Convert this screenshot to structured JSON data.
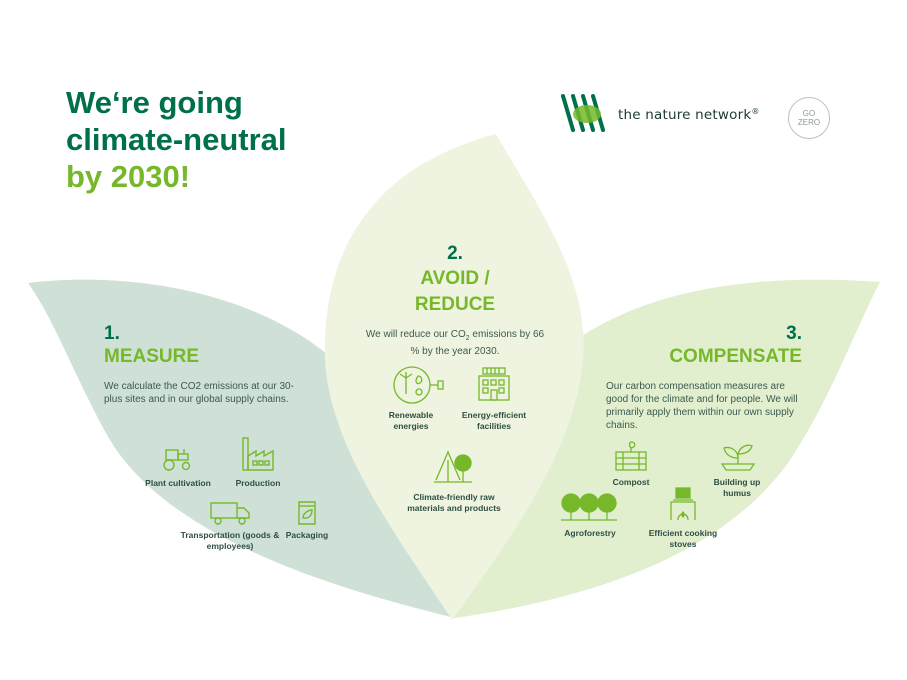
{
  "headline": {
    "line1": "We‘re going",
    "line2": "climate-neutral",
    "line3": "by 2030!"
  },
  "logo": {
    "name": "the nature network",
    "registered": "®",
    "badge_line1": "GO",
    "badge_line2": "ZERO"
  },
  "measure": {
    "number": "1.",
    "title": "MEASURE",
    "text": "We calculate the CO2 emissions at our 30-plus sites and in our global supply chains.",
    "items": [
      {
        "label": "Plant cultivation",
        "icon": "tractor-icon"
      },
      {
        "label": "Production",
        "icon": "factory-icon"
      },
      {
        "label": "Transportation (goods & employees)",
        "icon": "truck-icon"
      },
      {
        "label": "Packaging",
        "icon": "package-icon"
      }
    ]
  },
  "avoid": {
    "number": "2.",
    "title_line1": "AVOID /",
    "title_line2": "REDUCE",
    "text_pre": "We will reduce our CO",
    "text_sub": "2",
    "text_post": " emissions by 66 % by the year 2030.",
    "items": [
      {
        "label": "Renewable energies",
        "icon": "renewable-energy-icon"
      },
      {
        "label": "Energy-efficient facilities",
        "icon": "building-icon"
      },
      {
        "label": "Climate-friendly raw materials and products",
        "icon": "tree-icon"
      }
    ]
  },
  "compensate": {
    "number": "3.",
    "title": "COMPENSATE",
    "text": "Our carbon compensation measures are good for the climate and for people. We will primarily apply them within our own supply chains.",
    "items": [
      {
        "label": "Compost",
        "icon": "compost-icon"
      },
      {
        "label": "Building up humus",
        "icon": "sprout-icon"
      },
      {
        "label": "Agroforestry",
        "icon": "forest-icon"
      },
      {
        "label": "Efficient cooking stoves",
        "icon": "stove-icon"
      }
    ]
  },
  "colors": {
    "dark_green": "#00704a",
    "light_green": "#76b82a",
    "leaf_left": "#cfe0d6",
    "leaf_center": "#eef4e0",
    "leaf_right": "#e2efcf"
  }
}
